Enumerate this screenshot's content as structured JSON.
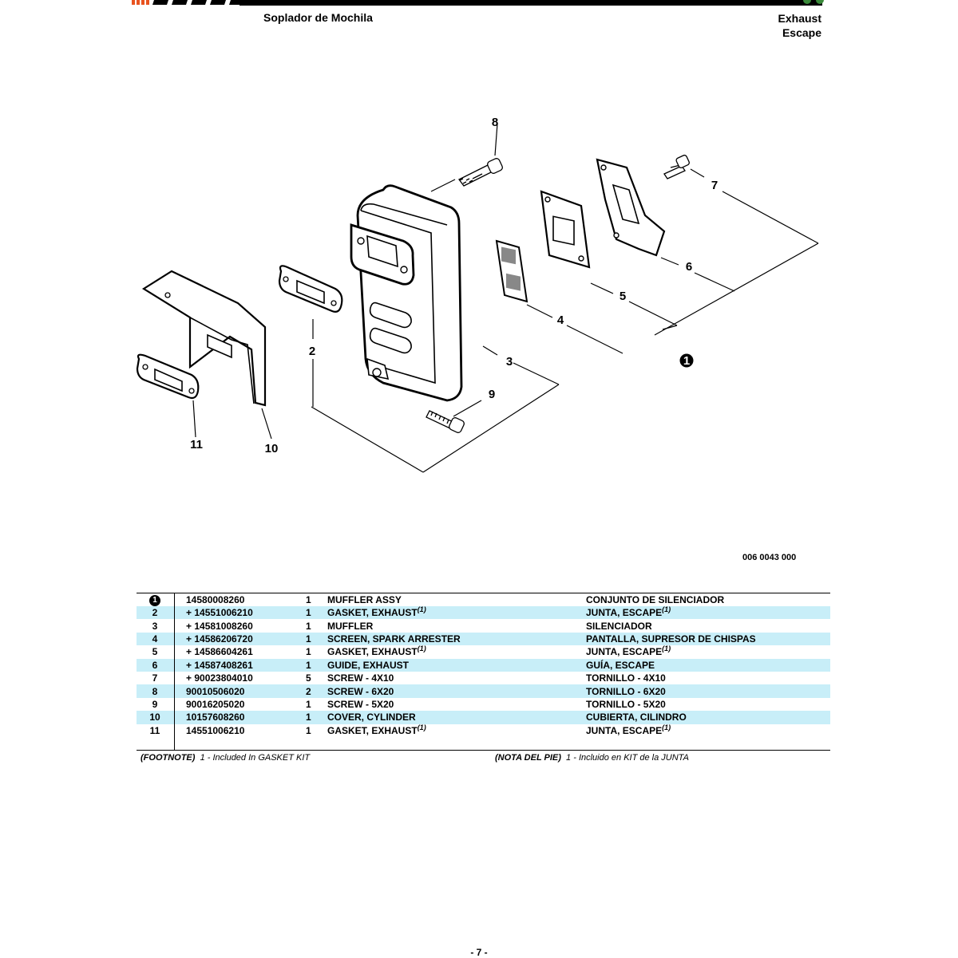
{
  "header": {
    "product": "Soplador de Mochila",
    "section_en": "Exhaust",
    "section_es": "Escape"
  },
  "diagram": {
    "callouts": [
      "8",
      "7",
      "6",
      "5",
      "4",
      "1",
      "3",
      "9",
      "2",
      "11",
      "10"
    ],
    "drawing_number": "006 0043 000"
  },
  "parts": [
    {
      "ref": "1",
      "ref_style": "circled",
      "part_no": "14580008260",
      "qty": "1",
      "desc_en": "MUFFLER ASSY",
      "desc_es": "CONJUNTO DE SILENCIADOR",
      "footnote": ""
    },
    {
      "ref": "2",
      "part_no": "+ 14551006210",
      "qty": "1",
      "desc_en": "GASKET, EXHAUST",
      "desc_es": "JUNTA, ESCAPE",
      "footnote": "(1)"
    },
    {
      "ref": "3",
      "part_no": "+ 14581008260",
      "qty": "1",
      "desc_en": "MUFFLER",
      "desc_es": "SILENCIADOR",
      "footnote": ""
    },
    {
      "ref": "4",
      "part_no": "+ 14586206720",
      "qty": "1",
      "desc_en": "SCREEN, SPARK ARRESTER",
      "desc_es": "PANTALLA, SUPRESOR DE CHISPAS",
      "footnote": ""
    },
    {
      "ref": "5",
      "part_no": "+ 14586604261",
      "qty": "1",
      "desc_en": "GASKET, EXHAUST",
      "desc_es": "JUNTA, ESCAPE",
      "footnote": "(1)"
    },
    {
      "ref": "6",
      "part_no": "+ 14587408261",
      "qty": "1",
      "desc_en": "GUIDE, EXHAUST",
      "desc_es": "GUÍA, ESCAPE",
      "footnote": ""
    },
    {
      "ref": "7",
      "part_no": "+ 90023804010",
      "qty": "5",
      "desc_en": "SCREW - 4X10",
      "desc_es": "TORNILLO - 4X10",
      "footnote": ""
    },
    {
      "ref": "8",
      "part_no": "90010506020",
      "qty": "2",
      "desc_en": "SCREW - 6X20",
      "desc_es": "TORNILLO - 6X20",
      "footnote": ""
    },
    {
      "ref": "9",
      "part_no": "90016205020",
      "qty": "1",
      "desc_en": "SCREW - 5X20",
      "desc_es": "TORNILLO - 5X20",
      "footnote": ""
    },
    {
      "ref": "10",
      "part_no": "10157608260",
      "qty": "1",
      "desc_en": "COVER, CYLINDER",
      "desc_es": "CUBIERTA, CILINDRO",
      "footnote": ""
    },
    {
      "ref": "11",
      "part_no": "14551006210",
      "qty": "1",
      "desc_en": "GASKET, EXHAUST",
      "desc_es": "JUNTA, ESCAPE",
      "footnote": "(1)"
    }
  ],
  "footnotes": {
    "en_label": "(FOOTNOTE)",
    "en_text": "1 - Included In GASKET KIT",
    "es_label": "(NOTA DEL PIE)",
    "es_text": "1 - Incluido en KIT de la JUNTA"
  },
  "page_number": "- 7 -",
  "colors": {
    "row_shade": "#c8eef8",
    "logo_orange": "#e8531f",
    "corner_green": "#3a8a3a"
  }
}
